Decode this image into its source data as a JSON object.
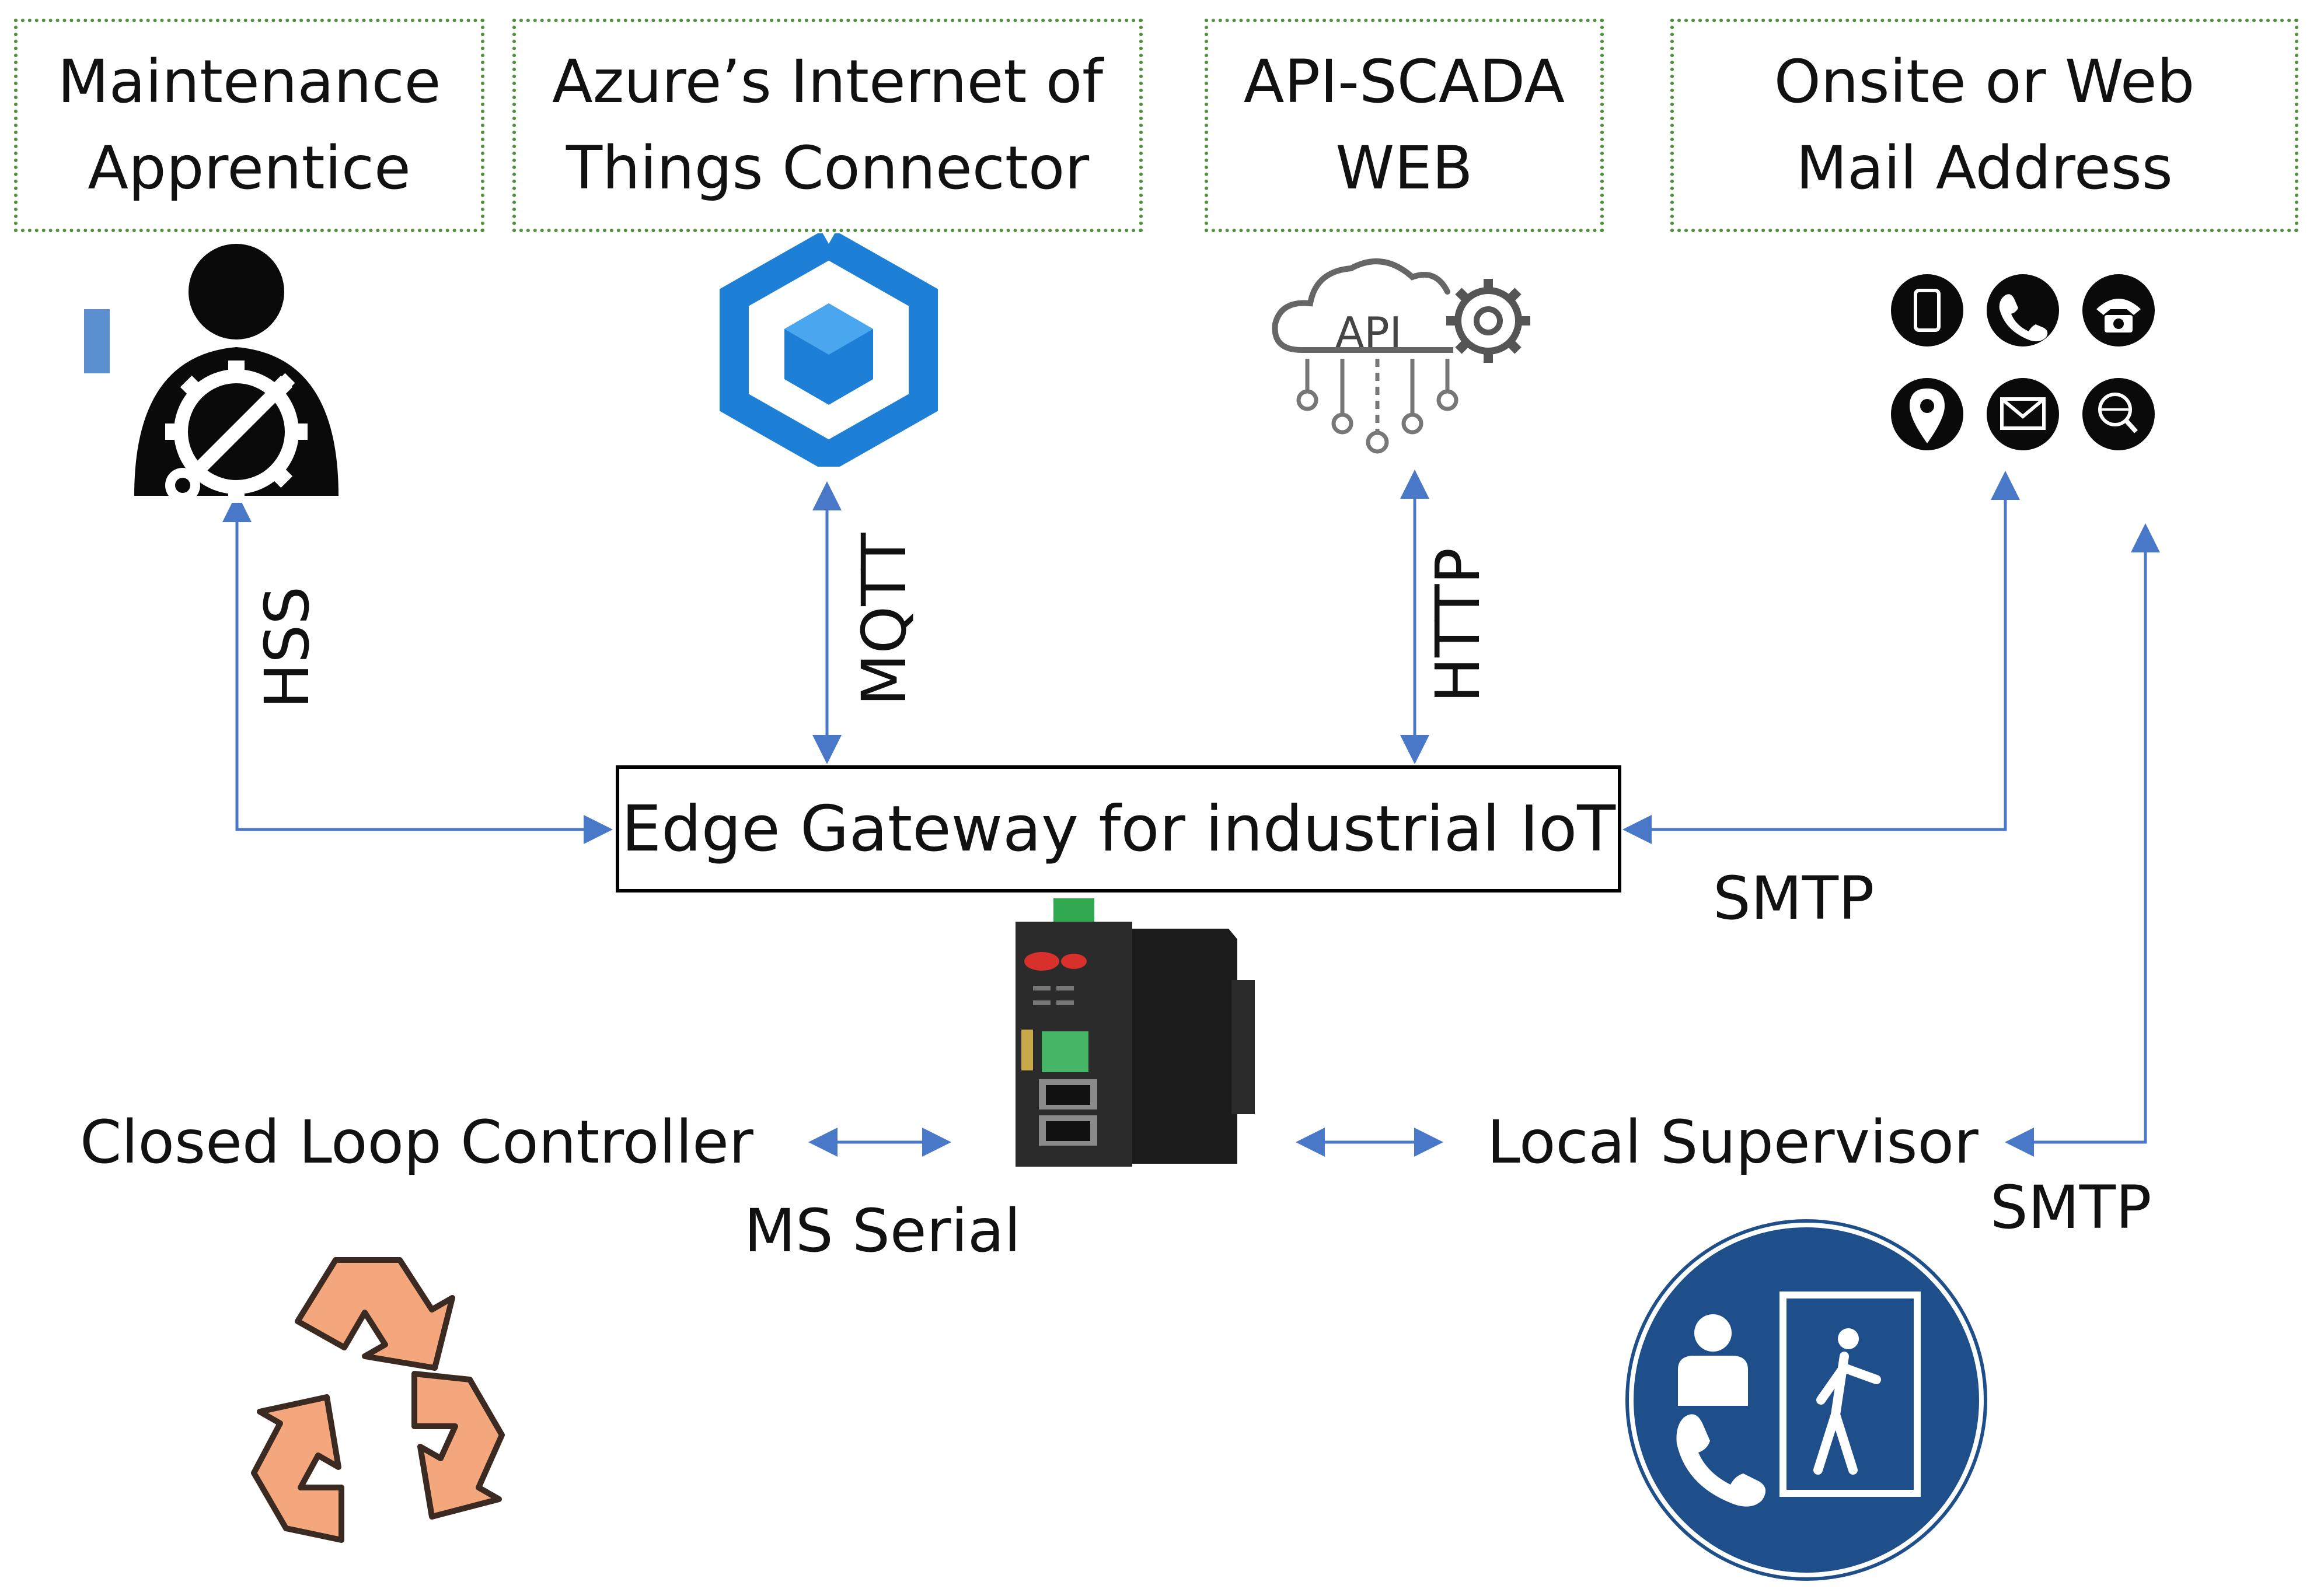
{
  "top_boxes": {
    "maintenance": {
      "line1": "Maintenance",
      "line2": "Apprentice"
    },
    "azure": {
      "line1": "Azure’s Internet of",
      "line2": "Things Connector"
    },
    "scada": {
      "line1": "API-SCADA",
      "line2": "WEB"
    },
    "mail": {
      "line1": "Onsite or Web",
      "line2": "Mail Address"
    }
  },
  "gateway_label": "Edge Gateway for industrial IoT",
  "protocols": {
    "hss": "HSS",
    "mqtt": "MQTT",
    "http": "HTTP",
    "smtp_gateway": "SMTP",
    "smtp_supervisor": "SMTP",
    "ms_serial": "MS Serial"
  },
  "nodes": {
    "controller": "Closed Loop Controller",
    "supervisor": "Local Supervisor"
  },
  "api_icon_text": "API",
  "colors": {
    "arrow": "#4a78c8",
    "box_border": "#4f8f3c",
    "azure_blue": "#1e7fd6",
    "recycle_fill": "#f4a77c",
    "supervisor_sign": "#1f4f8a"
  }
}
